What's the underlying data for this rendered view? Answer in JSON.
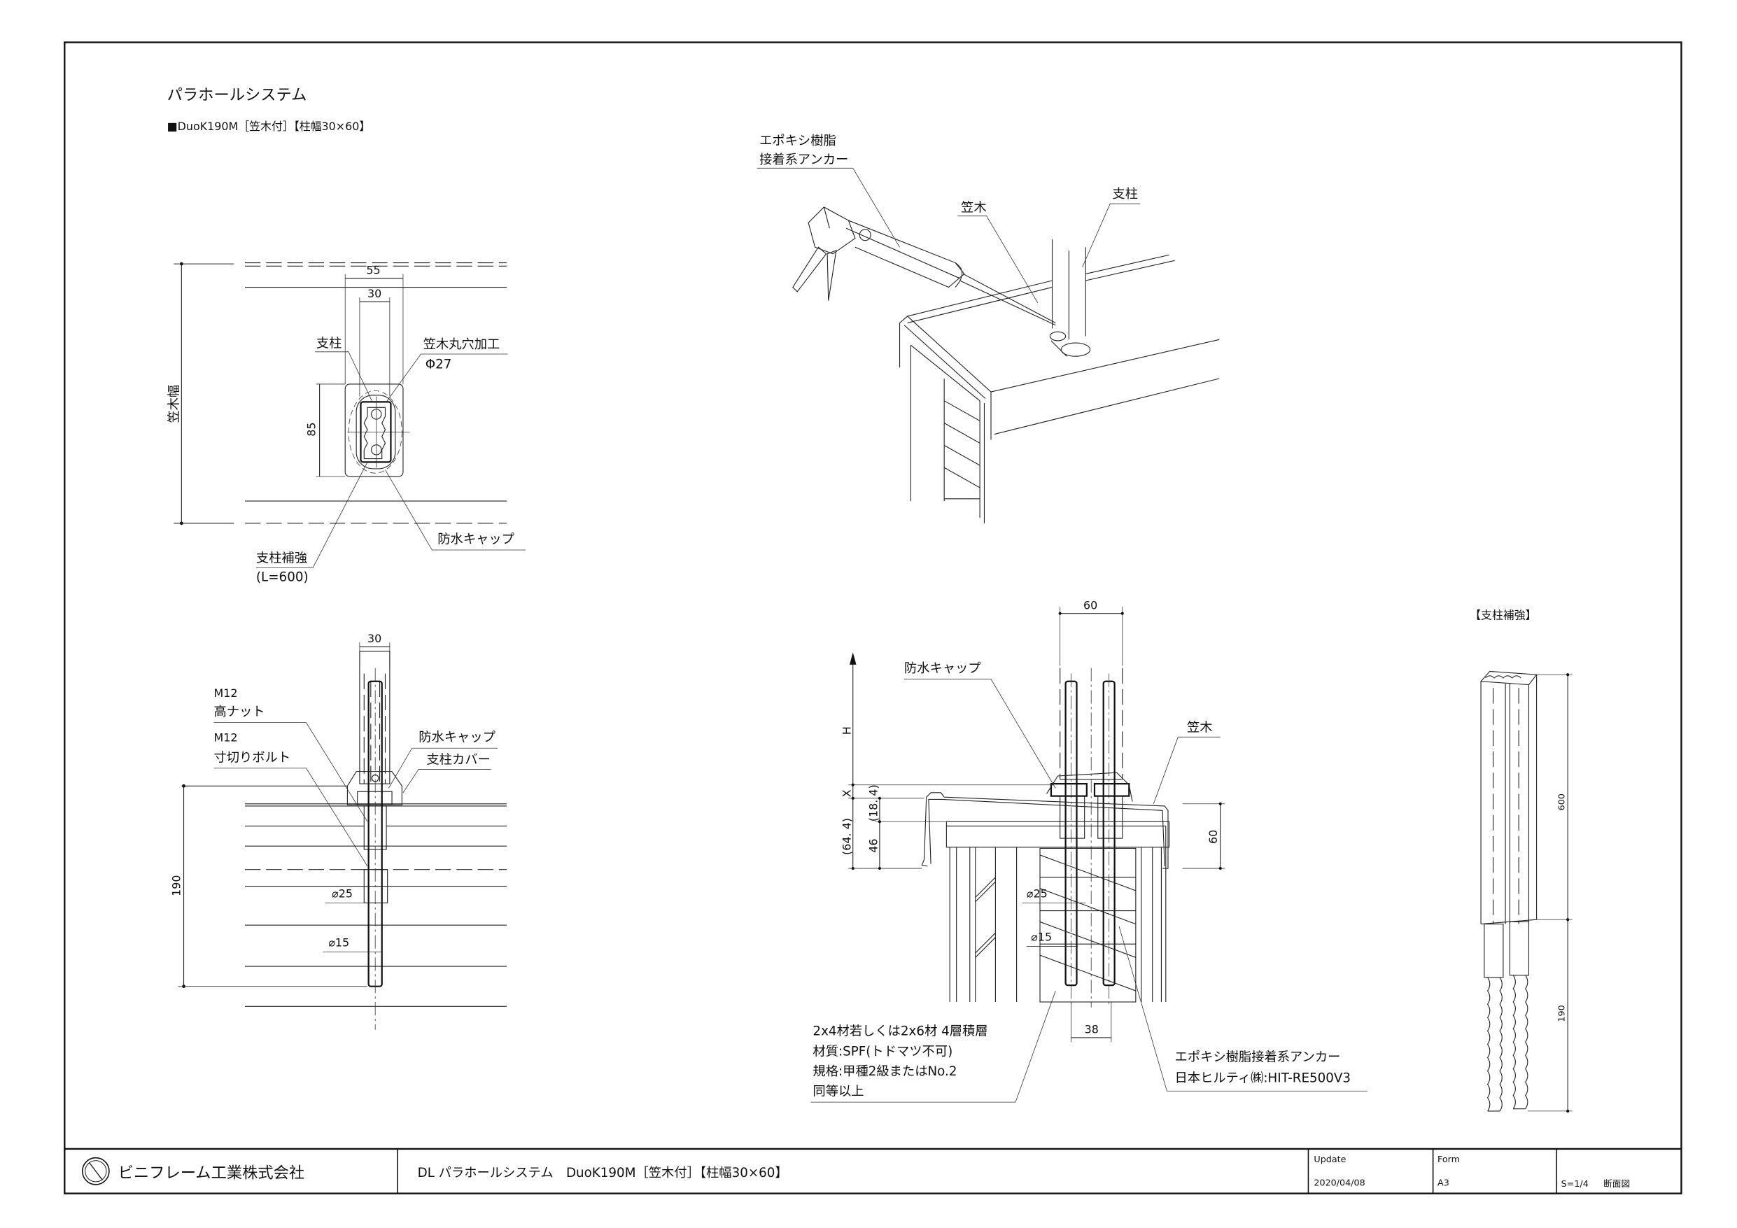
{
  "header": {
    "title": "パラホールシステム",
    "subtitle": "■DuoK190M［笠木付］【柱幅30×60】"
  },
  "plan_view": {
    "width_label": "笠木幅",
    "dim_55": "55",
    "dim_30": "30",
    "dim_85": "85",
    "post": "支柱",
    "hole_line1": "笠木丸穴加工",
    "hole_line2": "Φ27",
    "cap": "防水キャップ",
    "reinforce_line1": "支柱補強",
    "reinforce_line2": "(L=600)"
  },
  "section_left": {
    "dim_30": "30",
    "nut_line1": "M12",
    "nut_line2": "高ナット",
    "bolt_line1": "M12",
    "bolt_line2": "寸切りボルト",
    "cap": "防水キャップ",
    "cover": "支柱カバー",
    "dia25": "⌀25",
    "dia15": "⌀15",
    "dim_190": "190"
  },
  "iso_view": {
    "anchor_line1": "エポキシ樹脂",
    "anchor_line2": "接着系アンカー",
    "kasagi": "笠木",
    "post": "支柱"
  },
  "section_center": {
    "dim_60": "60",
    "cap": "防水キャップ",
    "kasagi": "笠木",
    "h": "H",
    "x": "X",
    "dim_64_4": "(64. 4)",
    "dim_18_4": "(18. 4)",
    "dim_46": "46",
    "dim_60_right": "60",
    "dia25": "⌀25",
    "dia15": "⌀15",
    "dim_38": "38",
    "wood_notes": [
      "2x4材若しくは2x6材 4層積層",
      "材質:SPF(トドマツ不可)",
      "規格:甲種2級またはNo.2",
      "同等以上"
    ],
    "anchor_notes": [
      "エポキシ樹脂接着系アンカー",
      "日本ヒルティ㈱:HIT-RE500V3"
    ]
  },
  "reinforcement": {
    "title": "【支柱補強】",
    "dim_600": "600",
    "dim_190": "190"
  },
  "title_block": {
    "company": "ビニフレーム工業株式会社",
    "drawing_title": "DL パラホールシステム　DuoK190M［笠木付］【柱幅30×60】",
    "update_label": "Update",
    "update_date": "2020/04/08",
    "form_label": "Form",
    "form_value": "A3",
    "scale": "S=1/4",
    "view_type": "断面図"
  }
}
